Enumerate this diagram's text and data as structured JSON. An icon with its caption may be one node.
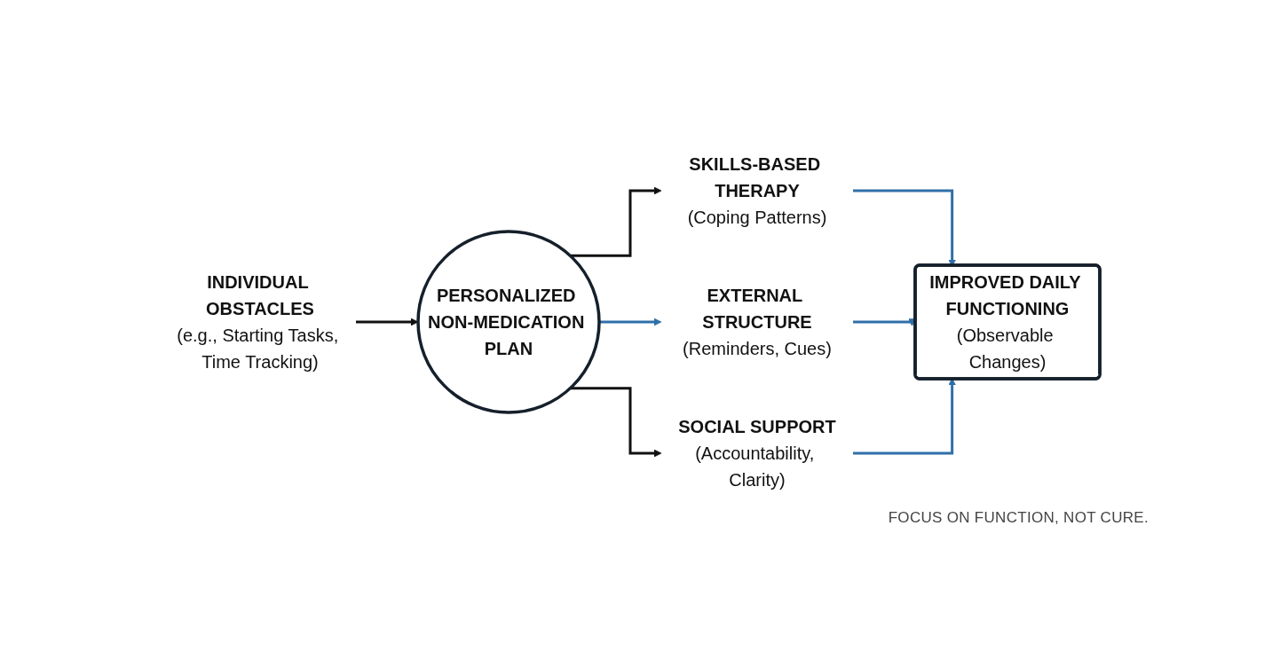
{
  "diagram": {
    "nodes": [
      {
        "text": [
          "INDIVIDUAL OBSTACLES",
          "(e.g., Starting Tasks, Time Tracking)"
        ]
      },
      {
        "text": [
          "PERSONALIZED NON-MEDICATION PLAN"
        ]
      },
      {
        "text": [
          "SKILLS-BASED THERAPY",
          "(Coping Patterns)"
        ]
      },
      {
        "text": [
          "EXTERNAL STRUCTURE",
          "(Reminders, Cues)"
        ]
      },
      {
        "text": [
          "SOCIAL SUPPORT",
          "(Accountability, Clarity)"
        ]
      },
      {
        "text": [
          "IMPROVED DAILY FUNCTIONING",
          "(Observable Changes)"
        ]
      }
    ],
    "edges": [
      {
        "from": 0,
        "to": 1,
        "arrow": "to",
        "color": "#111111"
      },
      {
        "from": 1,
        "to": 2,
        "arrow": "to",
        "color": "#111111"
      },
      {
        "from": 1,
        "to": 3,
        "arrow": "to"
      },
      {
        "from": 1,
        "to": 4,
        "arrow": "to",
        "color": "#111111"
      },
      {
        "from": 2,
        "to": 5,
        "arrow": "to"
      },
      {
        "from": 3,
        "to": 5,
        "arrow": "to"
      },
      {
        "from": 4,
        "to": 5,
        "arrow": "to"
      }
    ],
    "caption": "FOCUS ON FUNCTION, NOT CURE."
  }
}
